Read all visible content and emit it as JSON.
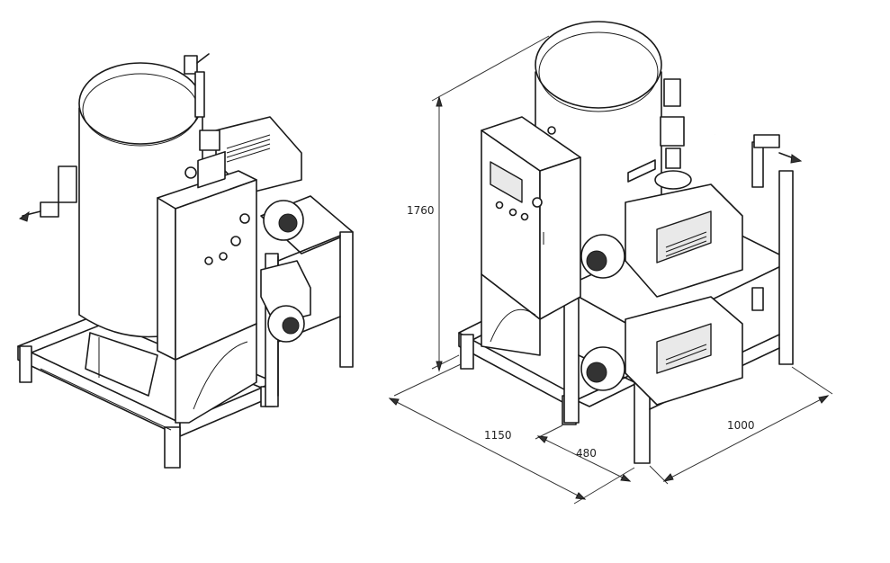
{
  "dimensions": {
    "height": "1760",
    "length": "1150",
    "depth": "480",
    "width": "1000"
  }
}
